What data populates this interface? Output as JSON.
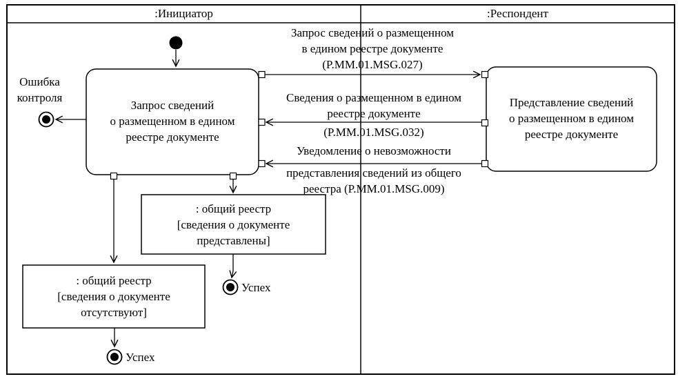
{
  "lanes": {
    "initiator": ":Инициатор",
    "respondent": ":Респондент"
  },
  "nodes": {
    "initiator_action": {
      "line1": "Запрос сведений",
      "line2": "о размещенном в едином",
      "line3": "реестре документе"
    },
    "respondent_action": {
      "line1": "Представление сведений",
      "line2": "о размещенном в едином",
      "line3": "реестре документе"
    },
    "registry_present": {
      "line1": ": общий реестр",
      "line2": "[сведения о документе",
      "line3": "представлены]"
    },
    "registry_absent": {
      "line1": ": общий реестр",
      "line2": "[сведения о документе",
      "line3": "отсутствуют]"
    }
  },
  "messages": {
    "request": {
      "direction": "initiator-to-respondent",
      "line1": "Запрос сведений о размещенном",
      "line2": "в едином реестре документе",
      "line3": "(P.MM.01.MSG.027)"
    },
    "response": {
      "direction": "respondent-to-initiator",
      "line1": "Сведения о размещенном в едином",
      "line2": "реестре документе",
      "line3": "(P.MM.01.MSG.032)"
    },
    "refusal": {
      "direction": "respondent-to-initiator",
      "line1": "Уведомление о невозможности",
      "line2": "представления сведений из общего",
      "line3": "реестра (P.MM.01.MSG.009)"
    }
  },
  "terminals": {
    "control_error": {
      "line1": "Ошибка",
      "line2": "контроля"
    },
    "success_present": "Успех",
    "success_absent": "Успех"
  },
  "colors": {
    "line": "#000000",
    "background": "#ffffff"
  }
}
